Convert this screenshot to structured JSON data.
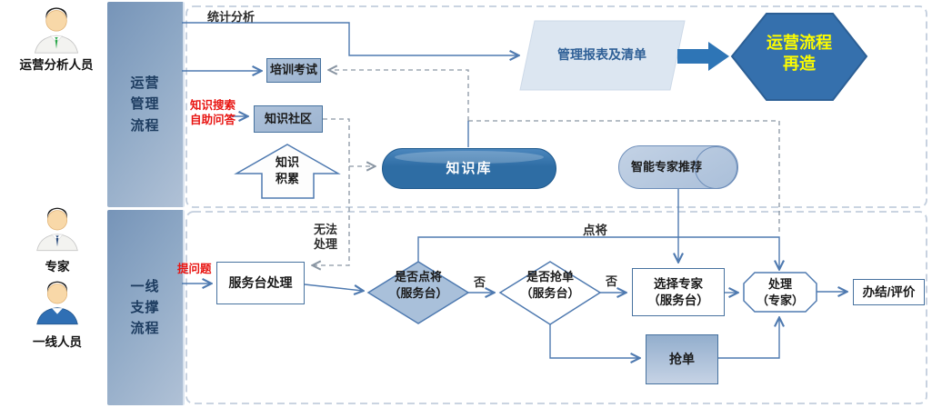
{
  "diagram": {
    "lanes": [
      {
        "row1": "运营",
        "row2": "管理",
        "row3": "流程"
      },
      {
        "row1": "一线",
        "row2": "支撑",
        "row3": "流程"
      }
    ],
    "actors": [
      {
        "label": "运营分析人员"
      },
      {
        "label": "专家"
      },
      {
        "label": "一线人员"
      }
    ],
    "nodes": {
      "training": "培训考试",
      "community": "知识社区",
      "knowledge_base": "知识库",
      "accumulate1": "知识",
      "accumulate2": "积累",
      "report": "管理报表及清单",
      "reengineer1": "运营流程",
      "reengineer2": "再造",
      "recommend": "智能专家推荐",
      "desk": "服务台处理",
      "pick_q1": "是否点将",
      "pick_q2": "（服务台）",
      "grab_q1": "是否抢单",
      "grab_q2": "（服务台）",
      "select1": "选择专家",
      "select2": "（服务台）",
      "process1": "处理",
      "process2": "（专家）",
      "finish": "办结/评价",
      "grab": "抢单"
    },
    "labels": {
      "stats": "统计分析",
      "search1": "知识搜索",
      "search2": "自助问答",
      "cannot1": "无法",
      "cannot2": "处理",
      "pick": "点将",
      "no1": "否",
      "no2": "否",
      "ask": "提问题"
    },
    "colors": {
      "node_fill": "#a4bad4",
      "node_border": "#47729f",
      "kb_fill": "#2e6da4",
      "hex_fill": "#3570ad",
      "hex_text": "#fcfc00",
      "red_label": "#e81512",
      "lane_fill": "#8aa5c4",
      "solid_line": "#4f7ab0",
      "dashed_line": "#8a96a3",
      "report_fill": "#dce6f1",
      "big_arrow_fill": "#2e75b6"
    }
  }
}
